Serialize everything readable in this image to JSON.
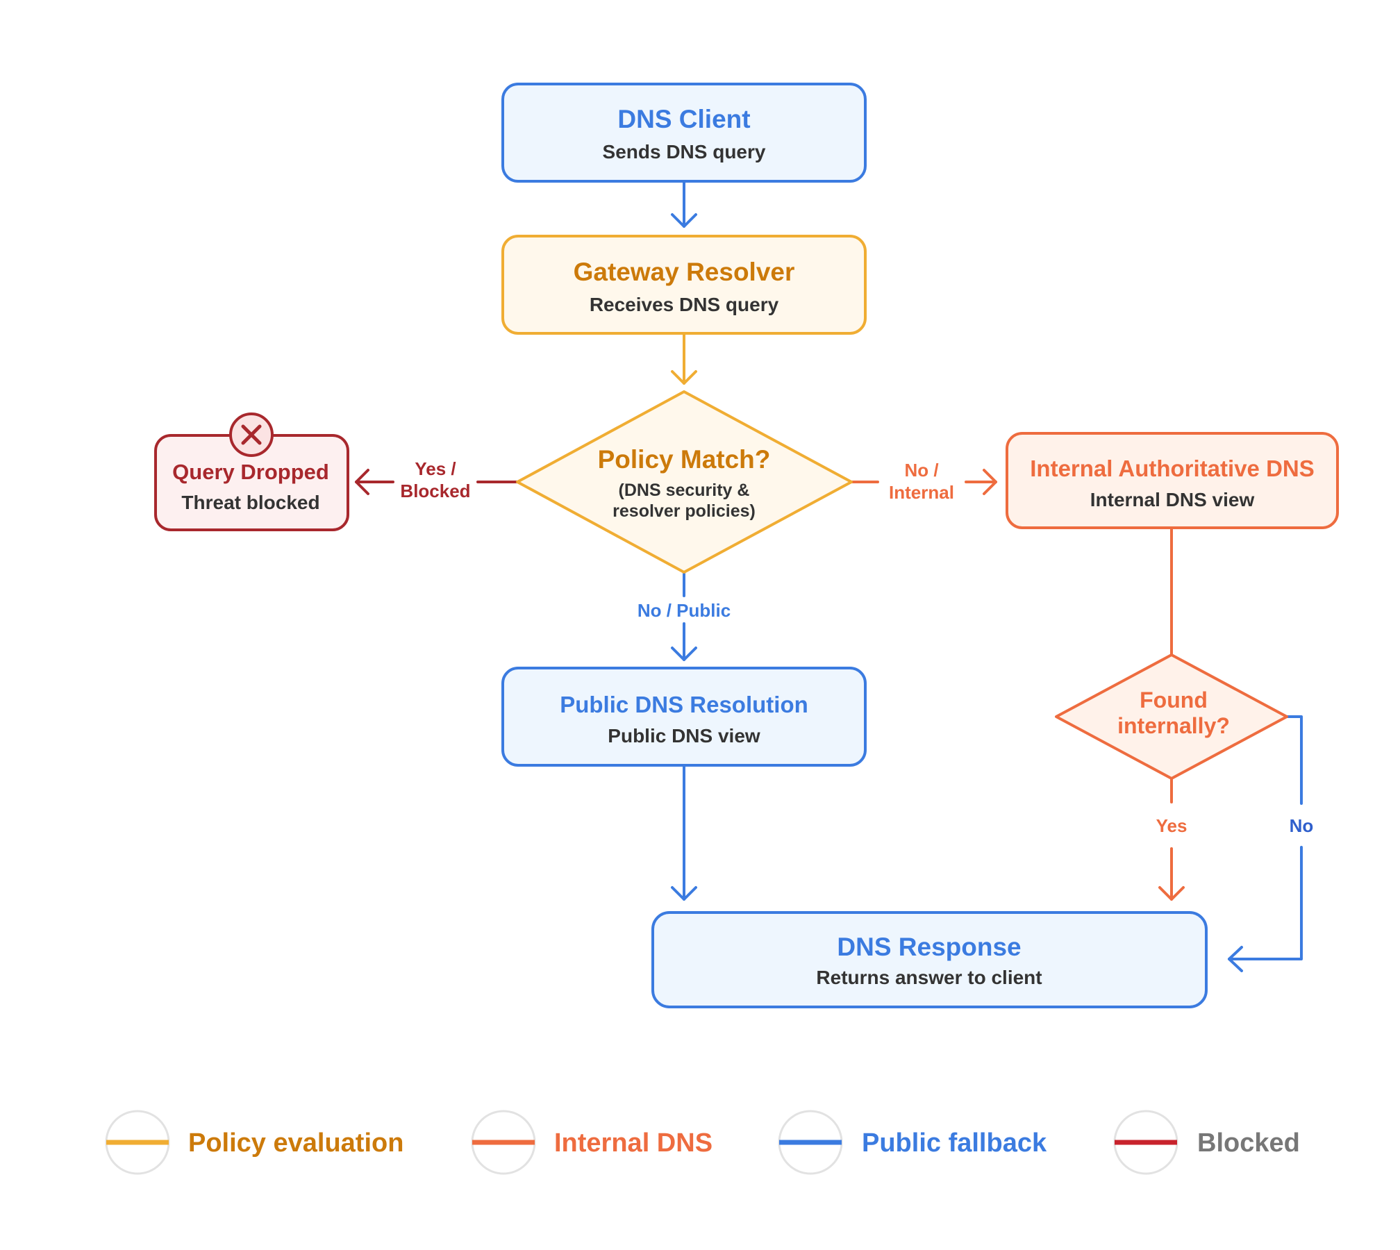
{
  "colors": {
    "blue": "#3b7be0",
    "blue_fill": "#eef6fe",
    "amber": "#f0ad33",
    "amber_text": "#cc7a0a",
    "amber_fill": "#fff8ec",
    "orange": "#ee6c3f",
    "orange_fill": "#fff2ea",
    "red": "#a8282d",
    "red_fill": "#fdf0f0",
    "gray_text": "#777777"
  },
  "nodes": {
    "dns_client": {
      "title": "DNS Client",
      "subtitle": "Sends DNS query"
    },
    "gateway_resolver": {
      "title": "Gateway Resolver",
      "subtitle": "Receives DNS query"
    },
    "policy_match": {
      "title": "Policy Match?",
      "subtitle_line1": "(DNS security &",
      "subtitle_line2": "resolver policies)"
    },
    "query_dropped": {
      "title": "Query Dropped",
      "subtitle": "Threat blocked",
      "icon": "x-circle-icon"
    },
    "internal_auth_dns": {
      "title": "Internal Authoritative DNS",
      "subtitle": "Internal DNS view"
    },
    "found_internally": {
      "title_line1": "Found",
      "title_line2": "internally?"
    },
    "public_dns_resolution": {
      "title": "Public DNS Resolution",
      "subtitle": "Public DNS view"
    },
    "dns_response": {
      "title": "DNS Response",
      "subtitle": "Returns answer to client"
    }
  },
  "edges": {
    "blocked_line1": "Yes /",
    "blocked_line2": "Blocked",
    "internal_line1": "No /",
    "internal_line2": "Internal",
    "public": "No / Public",
    "found_yes": "Yes",
    "found_no": "No"
  },
  "legend": [
    {
      "label": "Policy evaluation",
      "line_color": "#f0ad33",
      "text_color": "#cc7a0a"
    },
    {
      "label": "Internal DNS",
      "line_color": "#ee6c3f",
      "text_color": "#ee6c3f"
    },
    {
      "label": "Public fallback",
      "line_color": "#3b7be0",
      "text_color": "#3b7be0"
    },
    {
      "label": "Blocked",
      "line_color": "#c8232c",
      "text_color": "#777777"
    }
  ]
}
